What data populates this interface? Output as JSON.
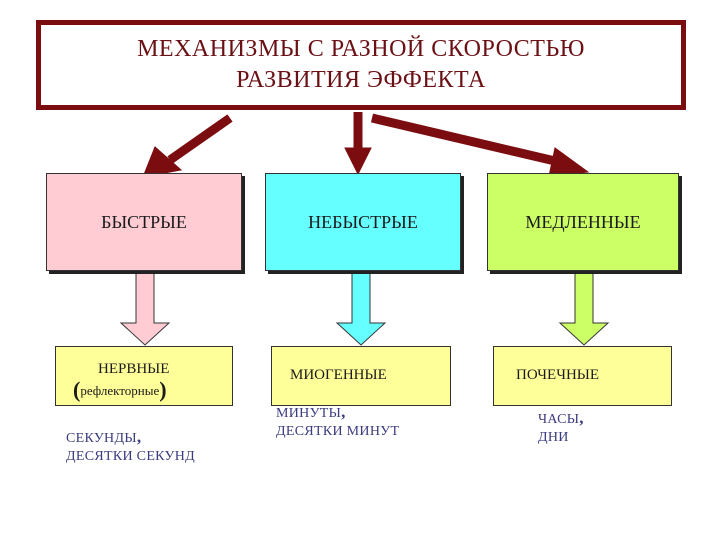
{
  "title": {
    "line1": "МЕХАНИЗМЫ С РАЗНОЙ СКОРОСТЬЮ",
    "line2": "РАЗВИТИЯ ЭФФЕКТА"
  },
  "categories": [
    {
      "label": "БЫСТРЫЕ"
    },
    {
      "label": "НЕБЫСТРЫЕ"
    },
    {
      "label": "МЕДЛЕННЫЕ"
    }
  ],
  "mechanisms": {
    "fast": {
      "label": "НЕРВНЫЕ",
      "open_paren": "(",
      "sub": "рефлекторные",
      "close_paren": ")"
    },
    "mid": {
      "label": "МИОГЕННЫЕ"
    },
    "slow": {
      "label": "ПОЧЕЧНЫЕ"
    }
  },
  "timescales": {
    "fast": {
      "line1": "СЕКУНДЫ",
      "comma": ",",
      "line2": "ДЕСЯТКИ СЕКУНД"
    },
    "mid": {
      "line1": "МИНУТЫ",
      "comma": ",",
      "line2": "ДЕСЯТКИ МИНУТ"
    },
    "slow": {
      "line1": "ЧАСЫ",
      "comma": ",",
      "line2": "ДНИ"
    }
  },
  "colors": {
    "title_border": "#7b0d10",
    "title_text": "#6b1115",
    "arrow_dark": "#7b0d10",
    "fast_fill": "#ffccd3",
    "mid_fill": "#66ffff",
    "slow_fill": "#ccff66",
    "mechanism_fill": "#ffff99",
    "timescale_text": "#3b3b80"
  }
}
